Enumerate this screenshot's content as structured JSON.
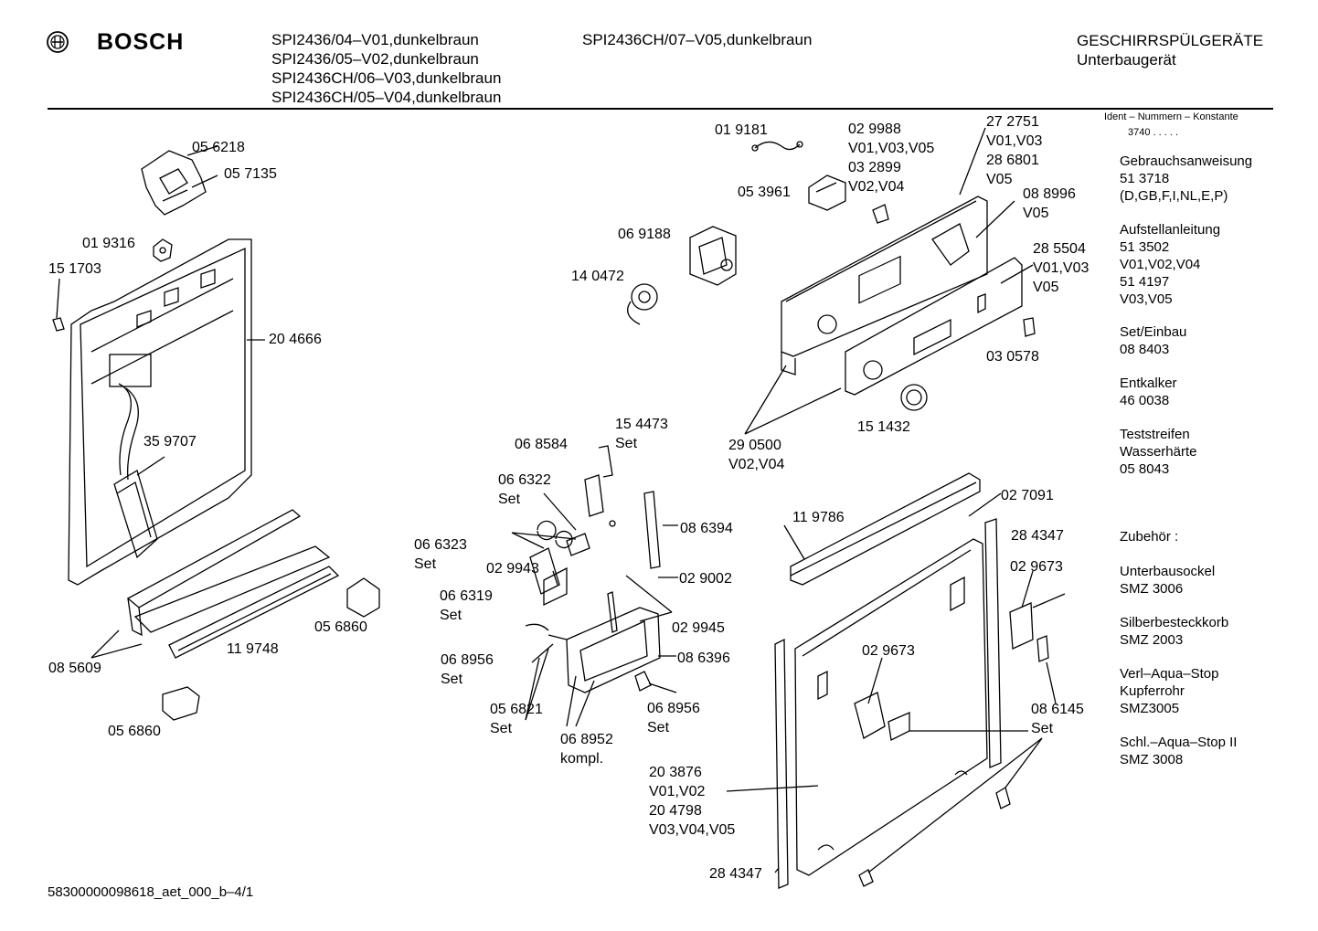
{
  "header": {
    "brand": "BOSCH",
    "models_col1": [
      "SPI2436/04–V01,dunkelbraun",
      "SPI2436/05–V02,dunkelbraun",
      "SPI2436CH/06–V03,dunkelbraun",
      "SPI2436CH/05–V04,dunkelbraun"
    ],
    "models_col2": [
      "SPI2436CH/07–V05,dunkelbraun"
    ],
    "category": "GESCHIRRSPÜLGERÄTE",
    "subcategory": "Unterbaugerät"
  },
  "sidebar": {
    "ident_label": "Ident – Nummern – Konstante",
    "ident_value": "3740  .  .   .  .  .",
    "sections": [
      {
        "lines": [
          "Gebrauchsanweisung",
          "51 3718",
          "(D,GB,F,I,NL,E,P)"
        ]
      },
      {
        "lines": [
          "Aufstellanleitung",
          "51 3502",
          "V01,V02,V04",
          "51 4197",
          "V03,V05"
        ]
      },
      {
        "lines": [
          "Set/Einbau",
          "08 8403"
        ]
      },
      {
        "lines": [
          "Entkalker",
          "46 0038"
        ]
      },
      {
        "lines": [
          "Teststreifen",
          "Wasserhärte",
          "05 8043"
        ]
      },
      {
        "lines": [
          "Zubehör :"
        ]
      },
      {
        "lines": [
          "Unterbausockel",
          "SMZ 3006"
        ]
      },
      {
        "lines": [
          "Silberbesteckkorb",
          "SMZ 2003"
        ]
      },
      {
        "lines": [
          "Verl–Aqua–Stop",
          "Kupferrohr",
          "SMZ3005"
        ]
      },
      {
        "lines": [
          "Schl.–Aqua–Stop II",
          "SMZ 3008"
        ]
      }
    ]
  },
  "parts": [
    {
      "lines": [
        "05 6218"
      ]
    },
    {
      "lines": [
        "05 7135"
      ]
    },
    {
      "lines": [
        "01 9316"
      ]
    },
    {
      "lines": [
        "15 1703"
      ]
    },
    {
      "lines": [
        "20 4666"
      ]
    },
    {
      "lines": [
        "35 9707"
      ]
    },
    {
      "lines": [
        "05 6860"
      ]
    },
    {
      "lines": [
        "11 9748"
      ]
    },
    {
      "lines": [
        "08 5609"
      ]
    },
    {
      "lines": [
        "05 6860"
      ]
    },
    {
      "lines": [
        "01 9181"
      ]
    },
    {
      "lines": [
        "02 9988",
        "V01,V03,V05",
        "03 2899",
        "V02,V04"
      ]
    },
    {
      "lines": [
        "27 2751",
        "V01,V03",
        "28 6801",
        "V05"
      ]
    },
    {
      "lines": [
        "05 3961"
      ]
    },
    {
      "lines": [
        "08 8996",
        "V05"
      ]
    },
    {
      "lines": [
        "06 9188"
      ]
    },
    {
      "lines": [
        "14 0472"
      ]
    },
    {
      "lines": [
        "28 5504",
        "V01,V03",
        "V05"
      ]
    },
    {
      "lines": [
        "03 0578"
      ]
    },
    {
      "lines": [
        "15 1432"
      ]
    },
    {
      "lines": [
        "29 0500",
        "V02,V04"
      ]
    },
    {
      "lines": [
        "15 4473",
        "Set"
      ]
    },
    {
      "lines": [
        "06 8584"
      ]
    },
    {
      "lines": [
        "06 6322",
        "Set"
      ]
    },
    {
      "lines": [
        "08 6394"
      ]
    },
    {
      "lines": [
        "06 6323",
        "Set"
      ]
    },
    {
      "lines": [
        "02 9943"
      ]
    },
    {
      "lines": [
        "02 9002"
      ]
    },
    {
      "lines": [
        "06 6319",
        "Set"
      ]
    },
    {
      "lines": [
        "02 9945"
      ]
    },
    {
      "lines": [
        "06 8956",
        "Set"
      ]
    },
    {
      "lines": [
        "08 6396"
      ]
    },
    {
      "lines": [
        "05 6821",
        "Set"
      ]
    },
    {
      "lines": [
        "06 8956",
        "Set"
      ]
    },
    {
      "lines": [
        "06 8952",
        "kompl."
      ]
    },
    {
      "lines": [
        "11 9786"
      ]
    },
    {
      "lines": [
        "02 7091"
      ]
    },
    {
      "lines": [
        "28 4347"
      ]
    },
    {
      "lines": [
        "02 9673"
      ]
    },
    {
      "lines": [
        "02 9673"
      ]
    },
    {
      "lines": [
        "08 6145",
        "Set"
      ]
    },
    {
      "lines": [
        "20 3876",
        "V01,V02",
        "20 4798",
        "V03,V04,V05"
      ]
    },
    {
      "lines": [
        "28 4347"
      ]
    }
  ],
  "footer": {
    "doc_id": "58300000098618_aet_000_b–4/1"
  }
}
